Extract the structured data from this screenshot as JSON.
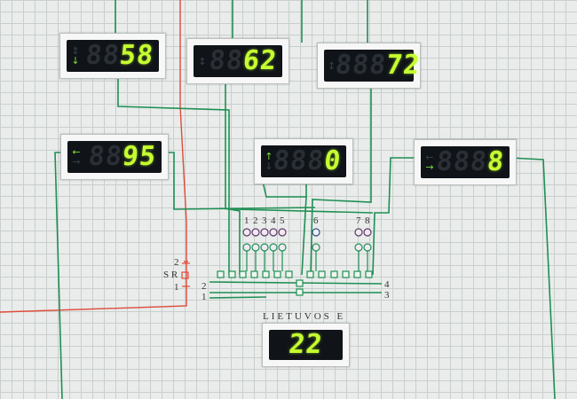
{
  "station_name": "LIETUVOS E",
  "signal_labels": [
    "1",
    "2",
    "3",
    "4",
    "5",
    "6",
    "7",
    "8"
  ],
  "track_labels": {
    "left_upper": "2",
    "left_lower": "1",
    "right_upper": "4",
    "right_lower": "3"
  },
  "sr_panel": {
    "top": "2",
    "mid": "S R",
    "bottom": "1"
  },
  "displays": [
    {
      "id": "d1",
      "value": "58",
      "ghost": "88",
      "arrow": "updown-green-down"
    },
    {
      "id": "d2",
      "value": "62",
      "ghost": "88",
      "arrow": "updown-dim"
    },
    {
      "id": "d3",
      "value": "72",
      "ghost": "888",
      "arrow": "updown-dim"
    },
    {
      "id": "d4",
      "value": "95",
      "ghost": "88",
      "arrow": "left-green"
    },
    {
      "id": "d5",
      "value": "0",
      "ghost": "888",
      "arrow": "updown-green-up"
    },
    {
      "id": "d6",
      "value": "8",
      "ghost": "888",
      "arrow": "right-green"
    },
    {
      "id": "d7",
      "value": "22",
      "ghost": "",
      "arrow": "none"
    }
  ],
  "colors": {
    "wire_green": "#1f8f55",
    "wire_red": "#e04a3a",
    "digit": "#c6ff2e",
    "panel": "#101419"
  }
}
